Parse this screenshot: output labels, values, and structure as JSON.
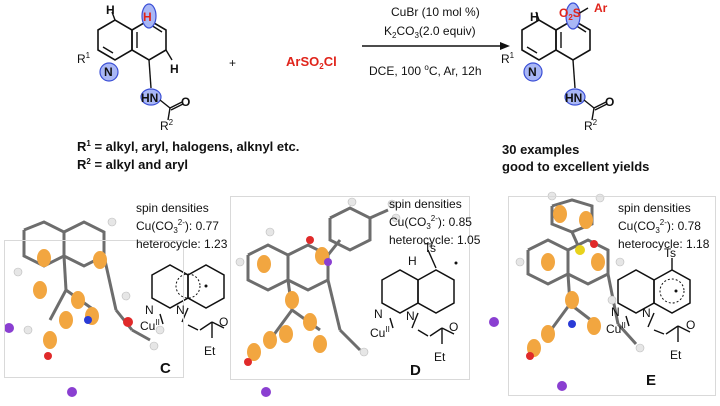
{
  "reaction": {
    "plus": "+",
    "reagent": "ArSO2Cl",
    "conditions": {
      "catalyst": "CuBr (10 mol %)",
      "base": "K2CO3(2.0 equiv)",
      "solvent": "DCE, 100 oC, Ar, 12h"
    },
    "r1_def": "R1 = alkyl, aryl, halogens, alknyl etc.",
    "r2_def": "R2 = alkyl and aryl",
    "examples": "30 examples",
    "yields": "good to excellent yields"
  },
  "structure_labels": {
    "h": "H",
    "n": "N",
    "hn": "HN",
    "o": "O",
    "r1": "R1",
    "r2": "R2",
    "o2s": "O2S",
    "ar": "Ar",
    "cu": "CuII",
    "et": "Et",
    "ts": "Ts"
  },
  "panels": [
    {
      "letter": "C",
      "spin_title": "spin densities",
      "cu_spin": "Cu(CO32-): 0.77",
      "het_spin": "heterocycle: 1.23"
    },
    {
      "letter": "D",
      "spin_title": "spin densities",
      "cu_spin": "Cu(CO32-): 0.85",
      "het_spin": "heterocycle: 1.05"
    },
    {
      "letter": "E",
      "spin_title": "spin densities",
      "cu_spin": "Cu(CO32-): 0.78",
      "het_spin": "heterocycle: 1.18"
    }
  ],
  "colors": {
    "highlight_fill": "#a9b7f5",
    "highlight_stroke": "#3b4fd6",
    "reagent_red": "#e0241b",
    "spin_orange": "#f2a640",
    "carbon_gray": "#6d6d6d",
    "k_purple": "#8a3fd1",
    "n_blue": "#2a3bd6",
    "o_red": "#e02a2a",
    "s_yellow": "#e8d21c"
  }
}
